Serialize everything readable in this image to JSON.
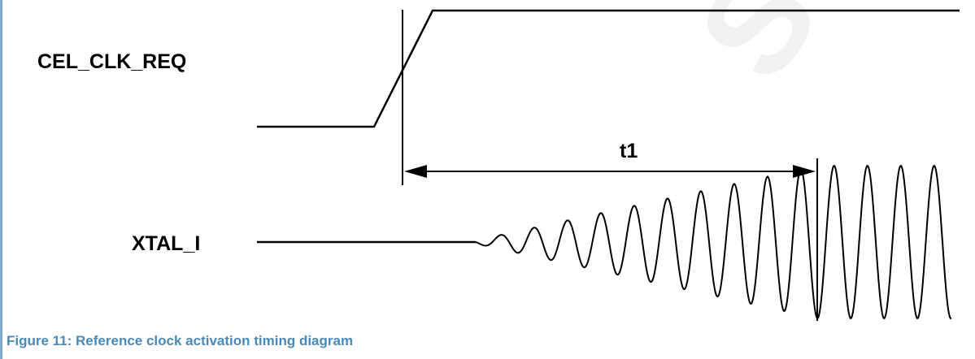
{
  "signals": {
    "cel_clk_req": "CEL_CLK_REQ",
    "xtal_i": "XTAL_I"
  },
  "timing": {
    "t1": "t1"
  },
  "caption": "Figure 11: Reference clock activation timing diagram",
  "watermark": "Supported",
  "colors": {
    "caption": "#4a8ab8",
    "frame": "#7aa9c9",
    "watermark": "#f1f1f1"
  }
}
